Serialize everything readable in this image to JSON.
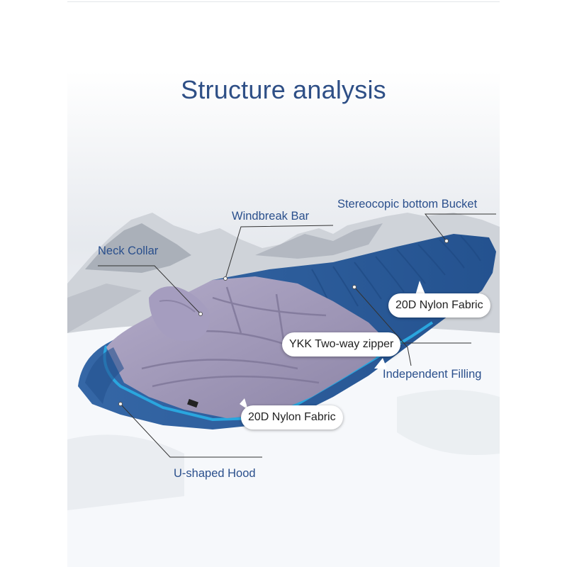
{
  "title": "Structure analysis",
  "callouts": {
    "stereo_bucket": "Stereocopic bottom Bucket",
    "windbreak_bar": "Windbreak Bar",
    "neck_collar": "Neck Collar",
    "nylon_top": "20D Nylon Fabric",
    "ykk_zipper": "YKK Two-way zipper",
    "independent_filling": "Independent Filling",
    "nylon_bottom": "20D Nylon Fabric",
    "u_hood": "U-shaped Hood"
  },
  "colors": {
    "title": "#2e4f86",
    "label": "#2a4f8c",
    "bag_outer": "#2f5f9e",
    "bag_lining": "#9f97b8",
    "zipper_trim": "#2aa6de"
  }
}
